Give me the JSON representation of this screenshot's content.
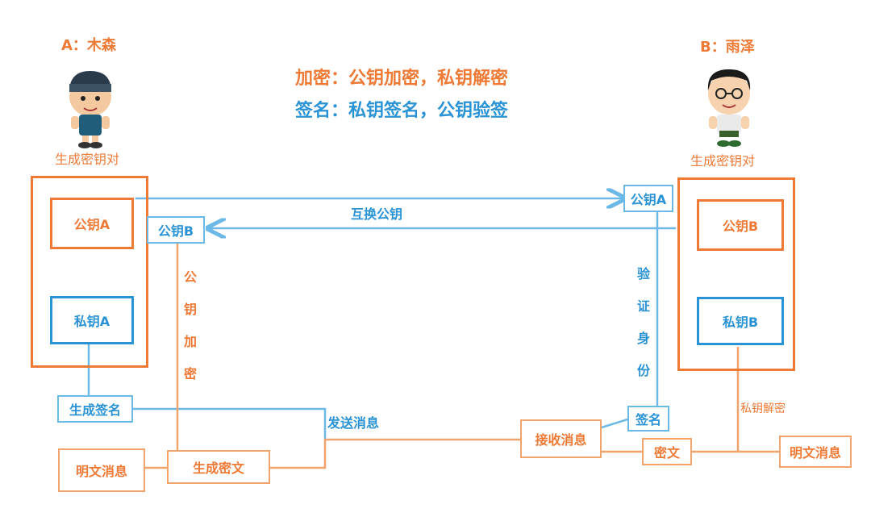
{
  "user_a": {
    "name": "A：木森",
    "caption": "生成密钥对"
  },
  "user_b": {
    "name": "B：雨泽",
    "caption": "生成密钥对"
  },
  "legend": {
    "encrypt": "加密：公钥加密，私钥解密",
    "sign": "签名：私钥签名，公钥验签"
  },
  "a_keys": {
    "public": "公钥A",
    "private": "私钥A"
  },
  "b_keys": {
    "public": "公钥B",
    "private": "私钥B"
  },
  "exchange": {
    "label": "互换公钥",
    "received_by_a": "公钥B",
    "received_by_b": "公钥A"
  },
  "flow": {
    "encrypt_vertical": [
      "公",
      "钥",
      "加",
      "密"
    ],
    "verify_vertical": [
      "验",
      "证",
      "身",
      "份"
    ],
    "make_signature": "生成签名",
    "plaintext_a": "明文消息",
    "make_ciphertext": "生成密文",
    "send": "发送消息",
    "receive": "接收消息",
    "signature": "签名",
    "ciphertext": "密文",
    "decrypt_label": "私钥解密",
    "plaintext_b": "明文消息"
  },
  "colors": {
    "orange": "#ee7a36",
    "blue": "#2a93d5",
    "orange_line": "#f0a36a",
    "blue_line": "#6cb8e6"
  }
}
